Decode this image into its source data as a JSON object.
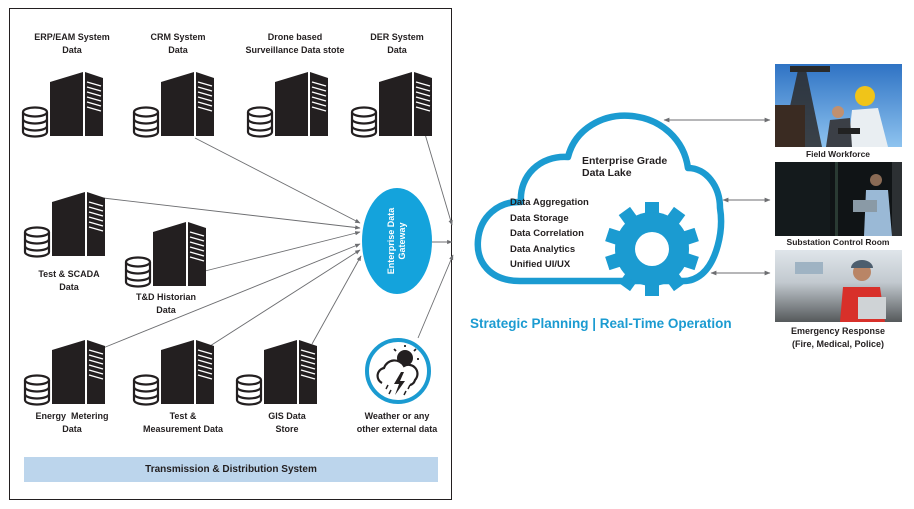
{
  "colors": {
    "accent_blue": "#1b9bd1",
    "gateway_blue": "#14a3dc",
    "band_blue": "#bcd5ec",
    "icon_black": "#231f20",
    "arrow_gray": "#6d6e71"
  },
  "sources": {
    "erp": {
      "lines": [
        "ERP/EAM System",
        "Data"
      ],
      "icon": "server-database-icon"
    },
    "crm": {
      "lines": [
        "CRM System",
        "Data"
      ],
      "icon": "server-database-icon"
    },
    "drone": {
      "lines": [
        "Drone based",
        "Surveillance Data stote"
      ],
      "icon": "server-database-icon"
    },
    "der": {
      "lines": [
        "DER System",
        "Data"
      ],
      "icon": "server-database-icon"
    },
    "scada": {
      "lines": [
        "Test & SCADA",
        "Data"
      ],
      "icon": "server-database-icon"
    },
    "historian": {
      "lines": [
        "T&D Historian",
        "Data"
      ],
      "icon": "server-database-icon"
    },
    "metering": {
      "lines": [
        "Energy  Metering",
        "Data"
      ],
      "icon": "server-database-icon"
    },
    "measurement": {
      "lines": [
        "Test &",
        "Measurement Data"
      ],
      "icon": "server-database-icon"
    },
    "gis": {
      "lines": [
        "GIS Data",
        "Store"
      ],
      "icon": "server-database-icon"
    },
    "weather": {
      "lines": [
        "Weather or any",
        "other external data"
      ],
      "icon": "weather-storm-icon"
    }
  },
  "gateway": {
    "lines": [
      "Enterprise Data",
      "Gateway"
    ]
  },
  "system_band": "Transmission & Distribution System",
  "data_lake": {
    "title": [
      "Enterprise Grade",
      "Data Lake"
    ],
    "capabilities": [
      "Data Aggregation",
      "Data Storage",
      "Data Correlation",
      "Data Analytics",
      "Unified UI/UX"
    ],
    "tagline": "Strategic Planning | Real-Time Operation",
    "icon": "gear-icon"
  },
  "consumers": {
    "field": {
      "lines": [
        "Field Workforce"
      ],
      "photo": "field-workforce-photo"
    },
    "substation": {
      "lines": [
        "Substation Control Room"
      ],
      "photo": "substation-control-room-photo"
    },
    "emergency": {
      "lines": [
        "Emergency Response",
        "(Fire, Medical, Police)"
      ],
      "photo": "emergency-response-photo"
    }
  }
}
